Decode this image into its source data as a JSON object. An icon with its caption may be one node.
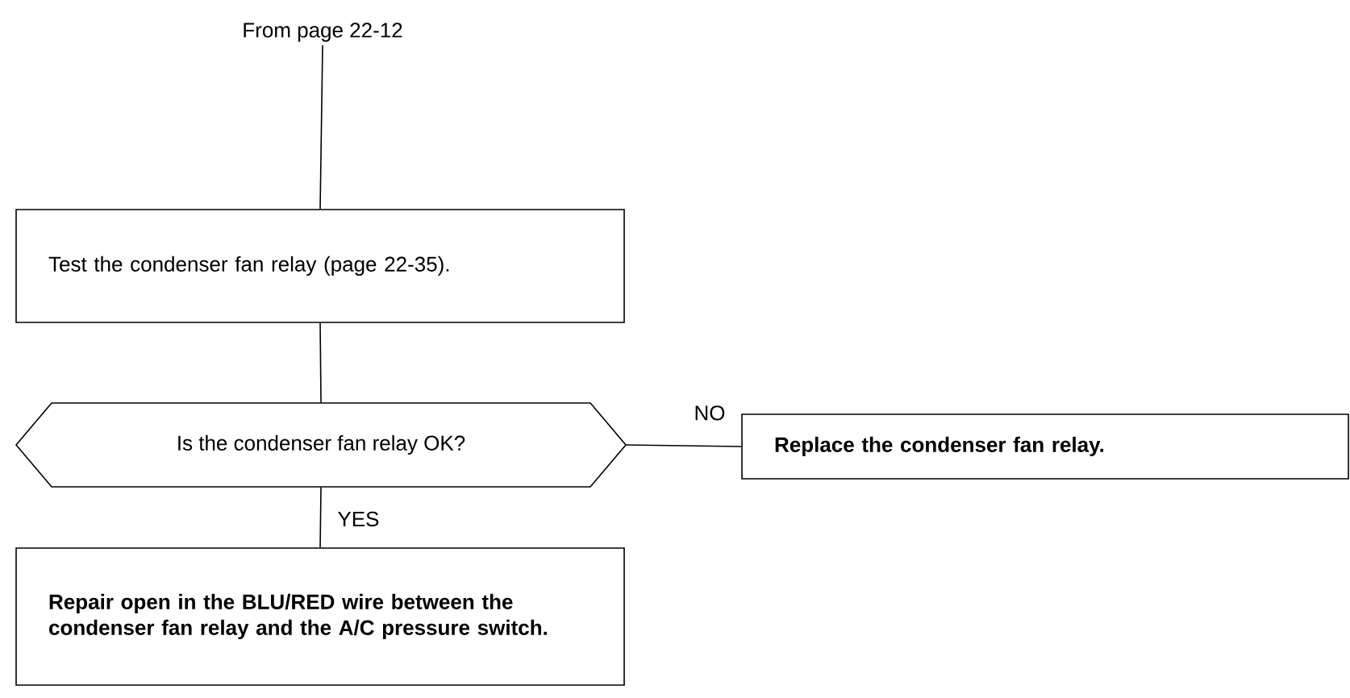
{
  "diagram": {
    "nodes": [
      {
        "text": [
          "From page 22-12"
        ]
      },
      {
        "text": [
          "Test the condenser fan relay (page 22-35)."
        ]
      },
      {
        "text": [
          "Is the condenser fan relay OK?"
        ]
      },
      {
        "text": [
          "Replace the condenser fan relay."
        ]
      },
      {
        "text": [
          "Repair open in the BLU/RED wire between the condenser fan relay and the A/C pressure switch."
        ]
      }
    ],
    "edges": [
      {
        "from": 0,
        "to": 1,
        "arrow": "none"
      },
      {
        "from": 1,
        "to": 2,
        "arrow": "none"
      },
      {
        "from": 2,
        "to": 3,
        "arrow": "none",
        "label": "NO"
      },
      {
        "from": 2,
        "to": 4,
        "arrow": "none",
        "label": "YES"
      }
    ]
  }
}
